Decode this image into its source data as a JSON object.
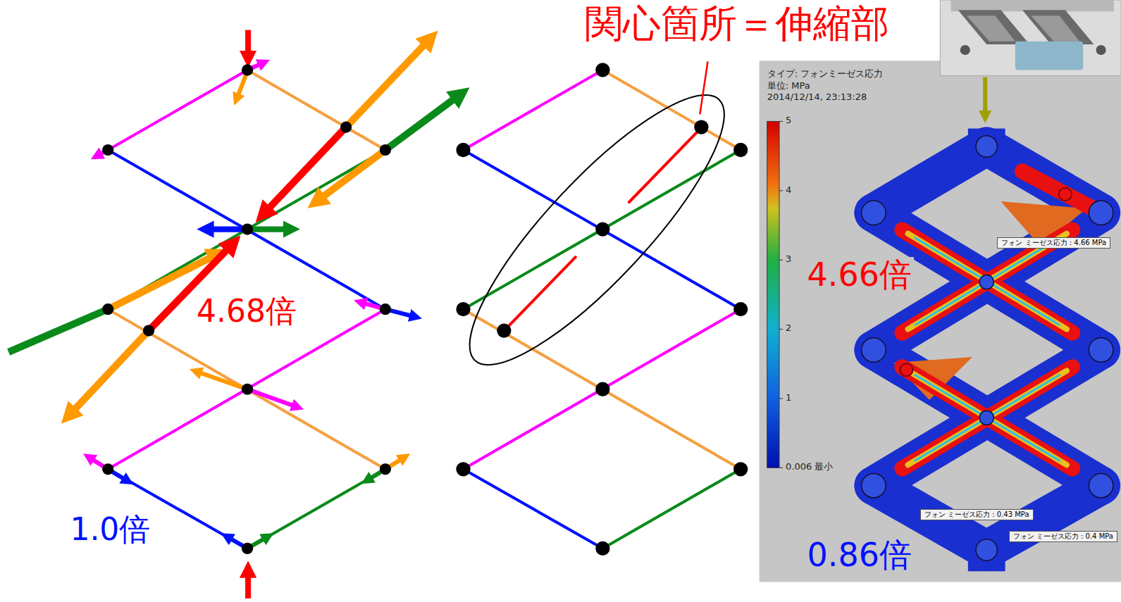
{
  "diagram": {
    "nodes": [
      {
        "text": [
          "フォン ミーゼス応力 : 4.66 MPa"
        ]
      },
      {
        "text": [
          "フォン ミーゼス応力 : 0.43 MPa"
        ]
      },
      {
        "text": [
          "フォン ミーゼス応力 : 0.4 MPa"
        ]
      }
    ],
    "labels": [
      "関心箇所＝伸縮部",
      "4.68倍",
      "1.0倍",
      "タイプ: フォンミーゼス応力",
      "単位: MPa",
      "2014/12/14, 23:13:28",
      "5",
      "4",
      "3",
      "2",
      "1",
      "0.006 最小",
      "4.66倍",
      "0.86倍"
    ]
  }
}
